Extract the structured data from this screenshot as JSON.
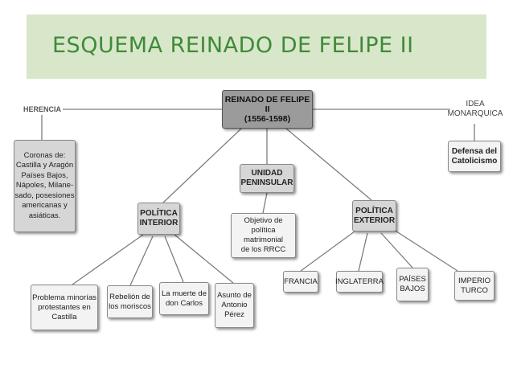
{
  "title": "ESQUEMA REINADO DE FELIPE II",
  "diagram": {
    "root": "REINADO DE FELIPE II\n(1556-1598)",
    "herencia": "HERENCIA",
    "coronas": "Coronas de:\nCastilla y Aragón\nPaíses Bajos,\nNápoles, Milane-\nsado, posesiones\namericanas y\nasiáticas.",
    "idea": "IDEA\nMONARQUICA",
    "defensa": "Defensa del\nCatolicismo",
    "unidad": "UNIDAD\nPENINSULAR",
    "objetivo": "Objetivo de\npolítica matrimonial\nde los RRCC",
    "interior": "POLÍTICA\nINTERIOR",
    "exterior": "POLÍTICA\nEXTERIOR",
    "interior_items": [
      "Problema minorías\nprotestantes en\nCastilla",
      "Rebelión de\nlos moriscos",
      "La muerte de\ndon Carlos",
      "Asunto de\nAntonio\nPérez"
    ],
    "exterior_items": [
      "FRANCIA",
      "INGLATERRA",
      "PAÍSES\nBAJOS",
      "IMPERIO\nTURCO"
    ]
  }
}
